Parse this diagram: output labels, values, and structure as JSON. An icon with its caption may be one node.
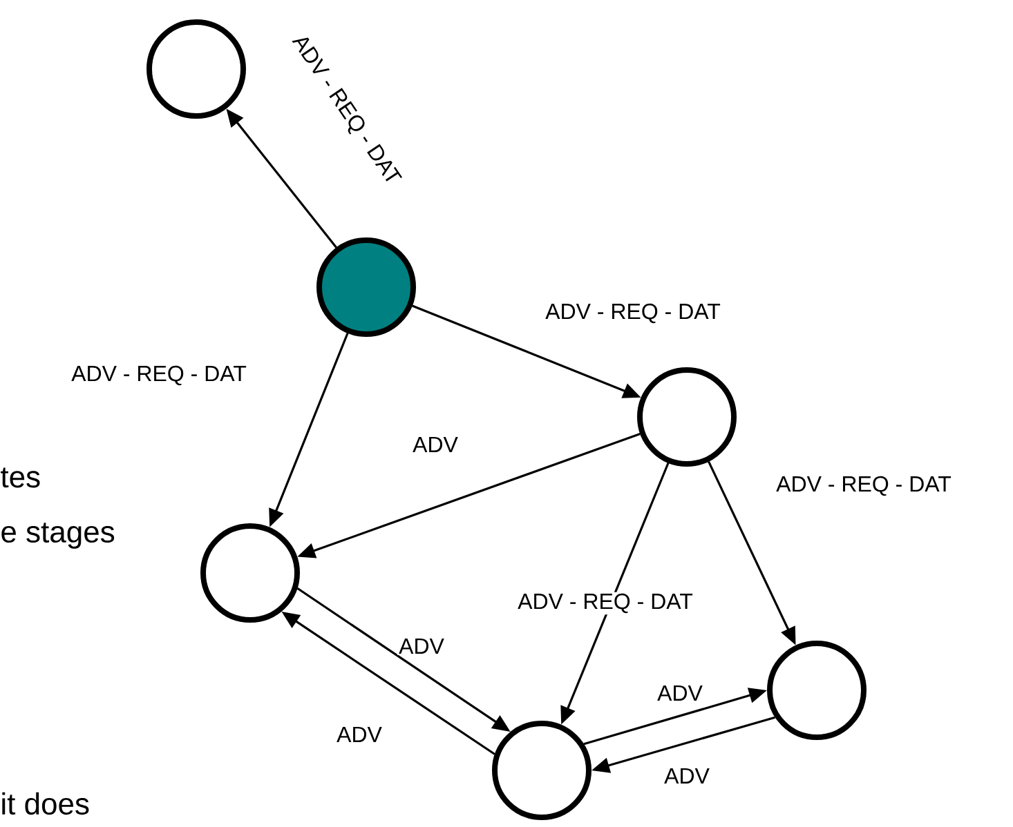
{
  "diagram": {
    "nodes": [
      {
        "text": [],
        "shape": "circle"
      },
      {
        "text": [],
        "shape": "circle"
      },
      {
        "text": [],
        "shape": "circle"
      },
      {
        "text": [],
        "shape": "circle"
      },
      {
        "text": [],
        "shape": "circle"
      },
      {
        "text": [],
        "shape": "circle"
      }
    ],
    "edges": [
      {
        "from": 1,
        "to": 0,
        "arrow": "to",
        "label": "ADV - REQ - DAT"
      },
      {
        "from": 1,
        "to": 2,
        "arrow": "to",
        "label": "ADV - REQ - DAT"
      },
      {
        "from": 1,
        "to": 3,
        "arrow": "to",
        "label": "ADV - REQ - DAT"
      },
      {
        "from": 2,
        "to": 3,
        "arrow": "to",
        "label": "ADV"
      },
      {
        "from": 2,
        "to": 4,
        "arrow": "to",
        "label": "ADV - REQ - DAT"
      },
      {
        "from": 2,
        "to": 5,
        "arrow": "to",
        "label": "ADV - REQ - DAT"
      },
      {
        "from": 3,
        "to": 5,
        "arrow": "to",
        "label": "ADV"
      },
      {
        "from": 5,
        "to": 3,
        "arrow": "to",
        "label": "ADV"
      },
      {
        "from": 5,
        "to": 4,
        "arrow": "to",
        "label": "ADV"
      },
      {
        "from": 4,
        "to": 5,
        "arrow": "to",
        "label": "ADV"
      }
    ],
    "labels": [
      "tes",
      "e stages",
      "it does"
    ]
  }
}
